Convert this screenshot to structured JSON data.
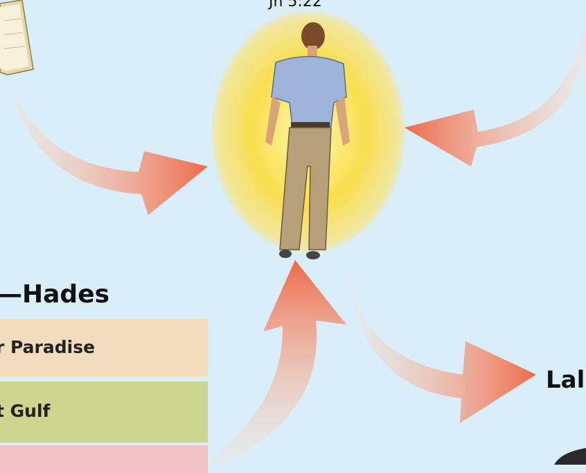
{
  "reference": "Jn 5:22",
  "hades_title": "—Hades",
  "bands": [
    {
      "label": "r Paradise",
      "color": "#f1dcbd"
    },
    {
      "label": "t Gulf",
      "color": "#cdd68e"
    },
    {
      "label": "",
      "color": "#efc1c2"
    }
  ],
  "right_label": "Lal",
  "colors": {
    "background": "#d9eef8",
    "arrow": "#ef7a55",
    "glow": "#f7dc55"
  }
}
